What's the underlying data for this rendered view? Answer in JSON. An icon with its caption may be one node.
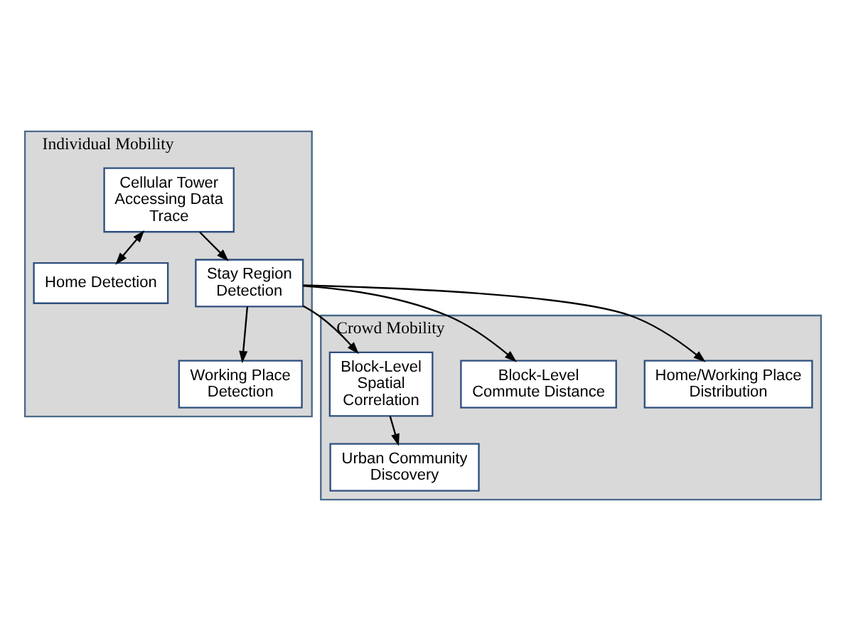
{
  "diagram": {
    "nodes": [
      {
        "text": [
          "Individual Mobility"
        ]
      },
      {
        "text": [
          "Cellular Tower Accessing Data Trace"
        ],
        "in": 0
      },
      {
        "text": [
          "Home Detection"
        ],
        "in": 0
      },
      {
        "text": [
          "Stay Region Detection"
        ],
        "in": 0
      },
      {
        "text": [
          "Working Place Detection"
        ],
        "in": 0
      },
      {
        "text": [
          "Crowd Mobility"
        ]
      },
      {
        "text": [
          "Home/Working Place Distribution"
        ],
        "in": 5
      },
      {
        "text": [
          "Block-Level Commute Distance"
        ],
        "in": 5
      },
      {
        "text": [
          "Block-Level Spatial Correlation"
        ],
        "in": 5
      },
      {
        "text": [
          "Urban Community Discovery"
        ],
        "in": 5
      }
    ],
    "edges": [
      {
        "from": 1,
        "to": 2,
        "arrow": "both"
      },
      {
        "from": 1,
        "to": 3,
        "arrow": "to"
      },
      {
        "from": 3,
        "to": 4,
        "arrow": "to"
      },
      {
        "from": 3,
        "to": 6,
        "arrow": "to"
      },
      {
        "from": 3,
        "to": 7,
        "arrow": "to"
      },
      {
        "from": 3,
        "to": 8,
        "arrow": "to"
      },
      {
        "from": 8,
        "to": 9,
        "arrow": "to"
      }
    ]
  }
}
